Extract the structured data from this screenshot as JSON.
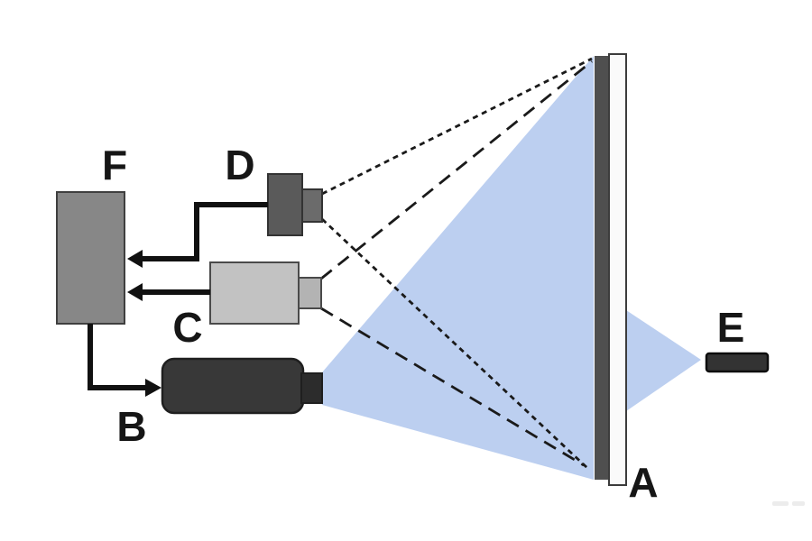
{
  "labels": {
    "a": "A",
    "b": "B",
    "c": "C",
    "d": "D",
    "e": "E",
    "f": "F"
  },
  "colors": {
    "beam": "#bccff0",
    "computer_box": "#878787",
    "camera_c_body": "#c2c2c2",
    "camera_c_lens": "#b3b3b3",
    "camera_d_body": "#5a5a5a",
    "camera_d_lens": "#6b6b6b",
    "projector_body": "#383838",
    "projector_lens": "#2c2c2c",
    "screen_back_strip": "#4f4f4f",
    "screen_panel": "#fafafa",
    "detector_bar": "#333333",
    "connector_line": "#111111",
    "sightline": "#1a1a1a"
  }
}
